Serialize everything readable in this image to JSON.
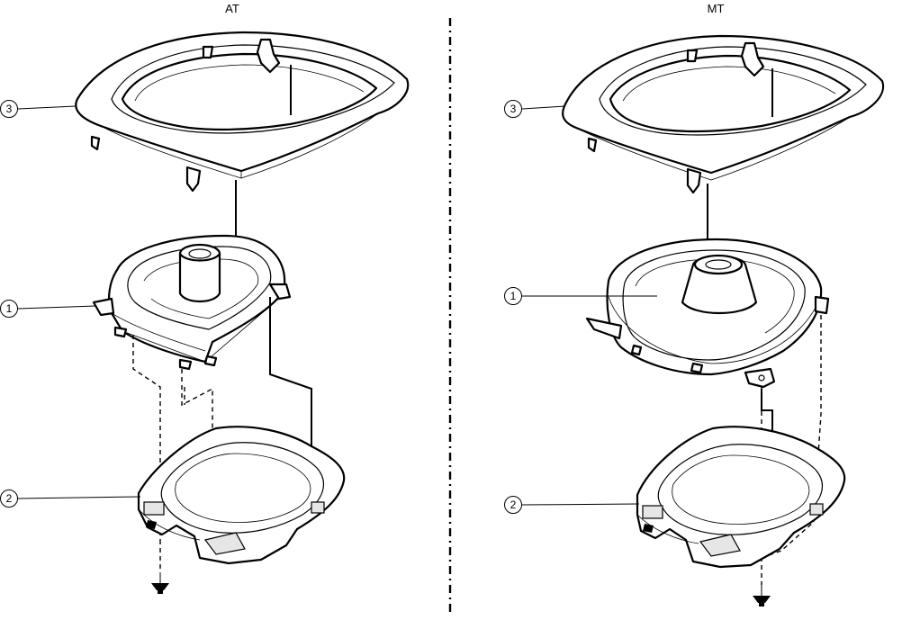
{
  "left_panel": {
    "title": "AT",
    "callouts": {
      "panel": "3",
      "boot": "1",
      "base": "2"
    }
  },
  "right_panel": {
    "title": "MT",
    "callouts": {
      "panel": "3",
      "boot": "1",
      "base": "2"
    }
  }
}
